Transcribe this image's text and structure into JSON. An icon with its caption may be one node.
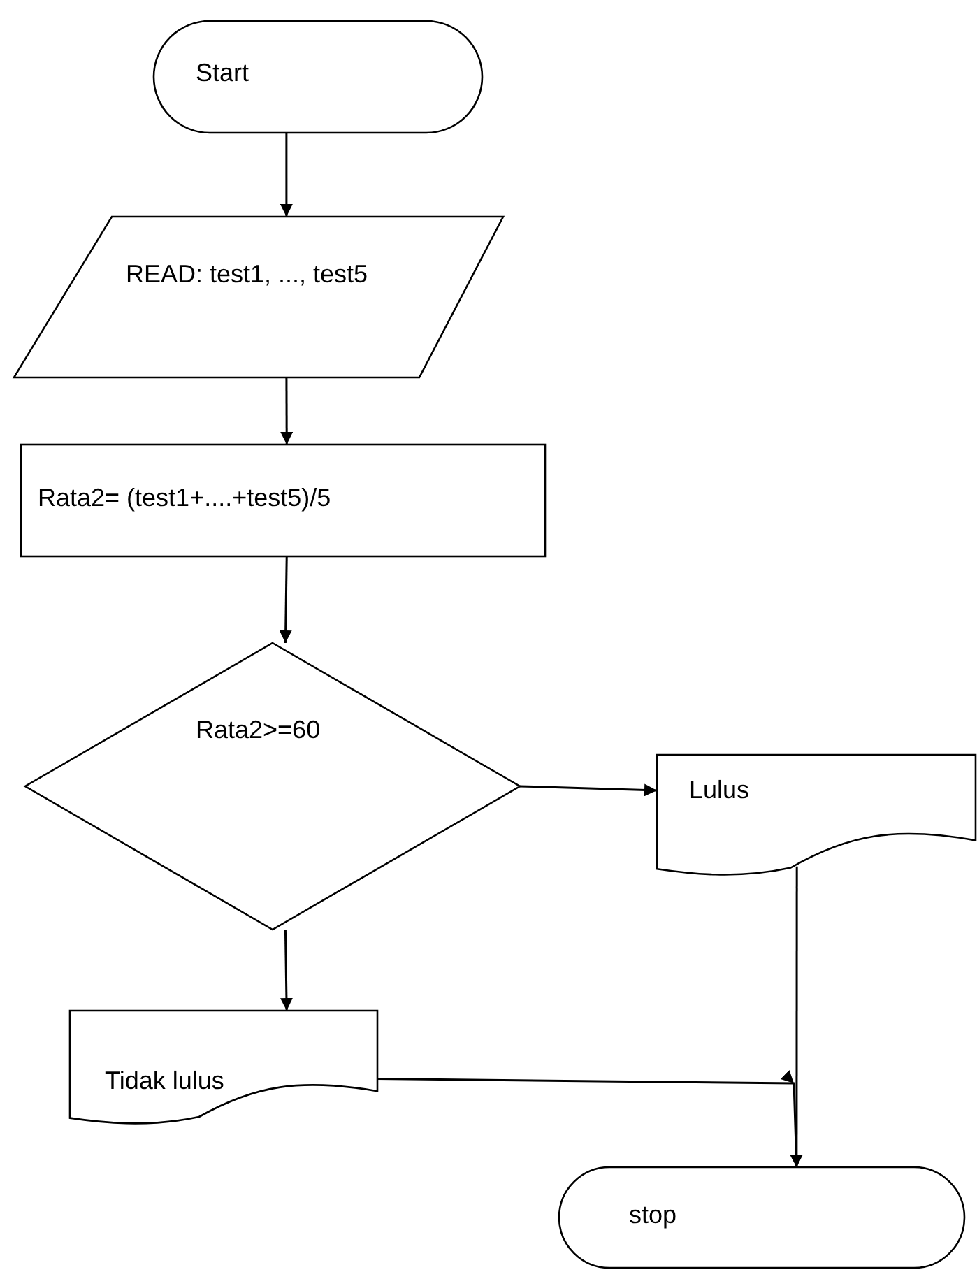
{
  "diagram": {
    "nodes": [
      {
        "text": [
          "Start"
        ]
      },
      {
        "text": [
          "READ: test1, ..., test5"
        ]
      },
      {
        "text": [
          "Rata2= (test1+....+test5)/5"
        ]
      },
      {
        "text": [
          "Rata2>=60"
        ]
      },
      {
        "text": [
          "Lulus"
        ]
      },
      {
        "text": [
          "Tidak lulus"
        ]
      },
      {
        "text": [
          "stop"
        ]
      }
    ],
    "edges": [
      {
        "from": 0,
        "to": 1,
        "arrow": "to"
      },
      {
        "from": 1,
        "to": 2,
        "arrow": "to"
      },
      {
        "from": 2,
        "to": 3,
        "arrow": "to"
      },
      {
        "from": 3,
        "to": 4,
        "arrow": "to"
      },
      {
        "from": 3,
        "to": 5,
        "arrow": "to"
      },
      {
        "from": 4,
        "to": 6,
        "arrow": "to"
      },
      {
        "from": 5,
        "to": 6,
        "arrow": "to"
      }
    ]
  }
}
